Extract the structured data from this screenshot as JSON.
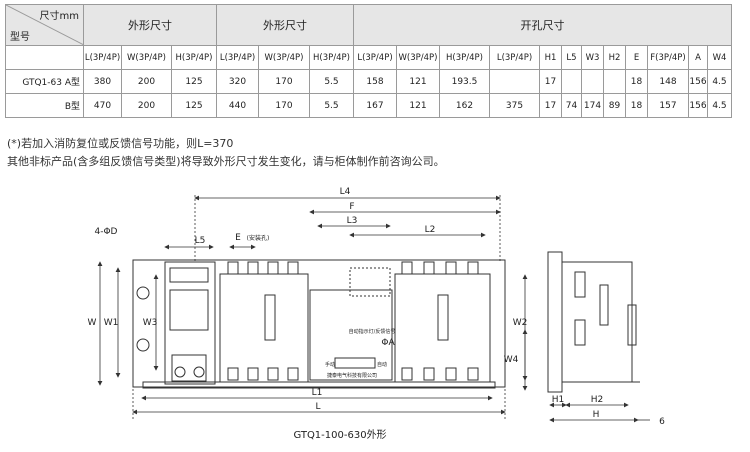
{
  "table": {
    "corner_top": "尺寸mm",
    "corner_bottom": "型号",
    "group_headers": [
      "外形尺寸",
      "外形尺寸",
      "开孔尺寸"
    ],
    "columns": [
      "L(3P/4P)",
      "W(3P/4P)",
      "H(3P/4P)",
      "L(3P/4P)",
      "W(3P/4P)",
      "H(3P/4P)",
      "L(3P/4P)",
      "W(3P/4P)",
      "H(3P/4P)",
      "L(3P/4P)",
      "H1",
      "L5",
      "W3",
      "H2",
      "E",
      "F(3P/4P)",
      "A",
      "W4"
    ],
    "rows": [
      {
        "model": "GTQ1-63 A型",
        "values": [
          "380",
          "200",
          "125",
          "320",
          "170",
          "5.5",
          "158",
          "121",
          "193.5",
          "",
          "17",
          "",
          "",
          "",
          "18",
          "148",
          "156",
          "4.5"
        ]
      },
      {
        "model": "B型",
        "values": [
          "470",
          "200",
          "125",
          "440",
          "170",
          "5.5",
          "167",
          "121",
          "162",
          "375",
          "17",
          "74",
          "174",
          "89",
          "18",
          "157",
          "156",
          "4.5"
        ]
      }
    ]
  },
  "notes": {
    "line1": "(*)若加入消防复位或反馈信号功能，则L=370",
    "line2": "其他非标产品(含多组反馈信号类型)将导致外形尺寸发生变化，请与柜体制作前咨询公司。"
  },
  "drawing": {
    "caption": "GTQ1-100-630外形",
    "dims": {
      "L4": "L4",
      "F": "F",
      "L3": "L3",
      "L2": "L2",
      "L5": "L5",
      "E": "E",
      "E_note": "(安装孔)",
      "hole": "4-ΦD",
      "W": "W",
      "W1": "W1",
      "W3": "W3",
      "W2": "W2",
      "W4": "W4",
      "L1": "L1",
      "L": "L",
      "A": "ΦA",
      "H1": "H1",
      "H2": "H2",
      "H": "H",
      "six": "6"
    },
    "labels": {
      "indicator": "自动指示灯/反馈信号",
      "manual": "手动",
      "auto": "自动",
      "maker": "捷泰电气科技有限公司"
    }
  }
}
